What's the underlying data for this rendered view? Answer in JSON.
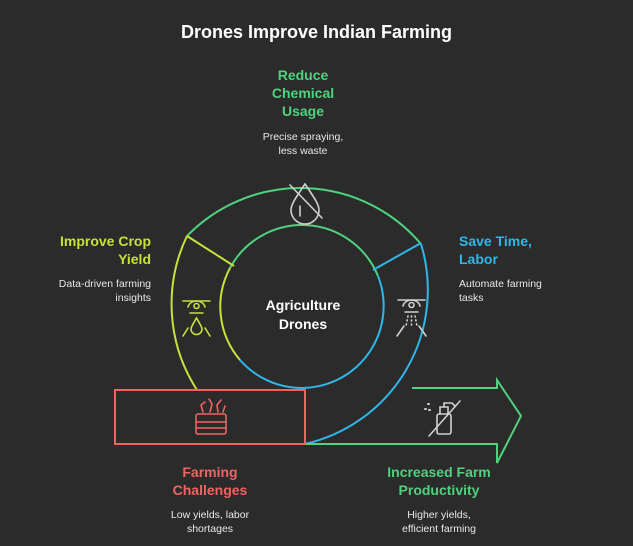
{
  "title": "Drones Improve Indian Farming",
  "center": {
    "line1": "Agriculture",
    "line2": "Drones"
  },
  "segments": {
    "reduce": {
      "title_lines": [
        "Reduce",
        "Chemical",
        "Usage"
      ],
      "desc_lines": [
        "Precise spraying,",
        "less waste"
      ],
      "color": "#4fd27e",
      "icon": "no-droplet-icon"
    },
    "save": {
      "title_lines": [
        "Save Time,",
        "Labor"
      ],
      "desc_lines": [
        "Automate farming",
        "tasks"
      ],
      "color": "#2fb7e8",
      "icon": "drone-spraying-icon"
    },
    "improve": {
      "title_lines": [
        "Improve Crop",
        "Yield"
      ],
      "desc_lines": [
        "Data-driven farming",
        "insights"
      ],
      "color": "#c6e23a",
      "icon": "drone-water-drop-icon"
    },
    "challenges": {
      "title_lines": [
        "Farming",
        "Challenges"
      ],
      "desc_lines": [
        "Low yields, labor",
        "shortages"
      ],
      "color": "#ef6461",
      "icon": "damaged-crop-crate-icon"
    },
    "productivity": {
      "title_lines": [
        "Increased Farm",
        "Productivity"
      ],
      "desc_lines": [
        "Higher yields,",
        "efficient farming"
      ],
      "color": "#4fd27e",
      "icon": "no-spray-bottle-icon"
    }
  }
}
